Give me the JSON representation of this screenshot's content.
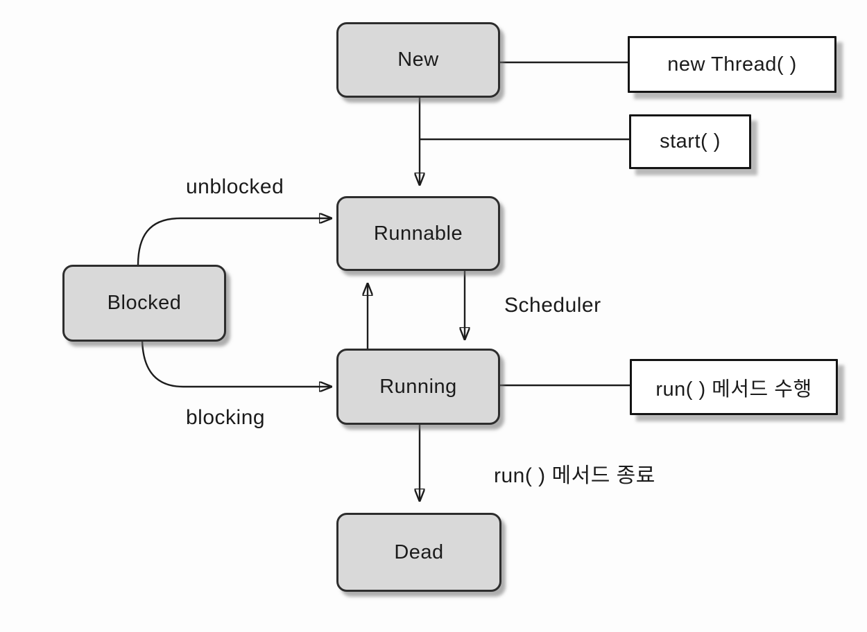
{
  "diagram": {
    "nodes": {
      "new": {
        "label": "New"
      },
      "runnable": {
        "label": "Runnable"
      },
      "running": {
        "label": "Running"
      },
      "blocked": {
        "label": "Blocked"
      },
      "dead": {
        "label": "Dead"
      }
    },
    "callouts": {
      "new_thread": {
        "label": "new Thread( )"
      },
      "start": {
        "label": "start( )"
      },
      "run_exec": {
        "label": "run( ) 메서드 수행"
      }
    },
    "edge_labels": {
      "unblocked": "unblocked",
      "blocking": "blocking",
      "scheduler": "Scheduler",
      "run_end": "run( ) 메서드 종료"
    },
    "colors": {
      "node_fill": "#d9d9d9",
      "node_border": "#2d2d2d",
      "callout_fill": "#ffffff",
      "callout_border": "#141414",
      "line": "#1c1c1c",
      "background": "#ffffff"
    }
  }
}
